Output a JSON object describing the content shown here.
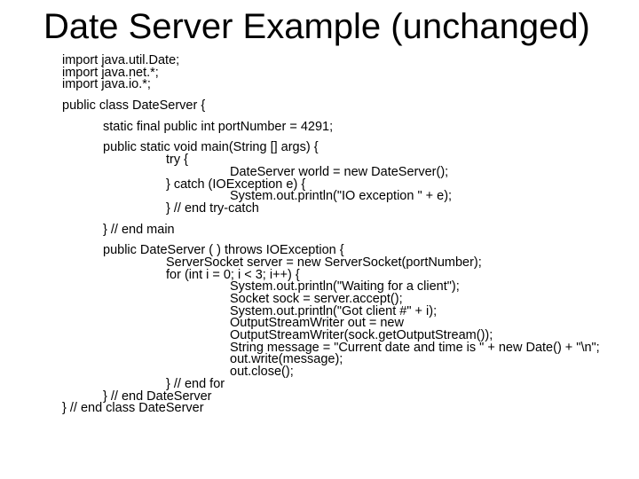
{
  "slide": {
    "title": "Date Server Example (unchanged)",
    "background_color": "#ffffff",
    "text_color": "#000000"
  },
  "code": {
    "language": "java",
    "lines": [
      {
        "text": "import java.util.Date;"
      },
      {
        "text": "import java.net.*;"
      },
      {
        "text": "import java.io.*;"
      },
      {
        "text": "public class DateServer {"
      },
      {
        "text": "static final public int portNumber = 4291;"
      },
      {
        "text": "public static void main(String [] args) {"
      },
      {
        "text": "try {"
      },
      {
        "text": "DateServer world = new DateServer();"
      },
      {
        "text": "} catch (IOException e) {"
      },
      {
        "text": "System.out.println(\"IO exception \" + e);"
      },
      {
        "text": "} // end try-catch"
      },
      {
        "text": "} // end main"
      },
      {
        "text": "public DateServer ( ) throws IOException {"
      },
      {
        "text": "ServerSocket server = new ServerSocket(portNumber);"
      },
      {
        "text": "for (int i = 0; i < 3; i++) {"
      },
      {
        "text": "System.out.println(\"Waiting for a client\");"
      },
      {
        "text": "Socket sock = server.accept();"
      },
      {
        "text": "System.out.println(\"Got client #\" + i);"
      },
      {
        "text": "OutputStreamWriter out = new"
      },
      {
        "text": "OutputStreamWriter(sock.getOutputStream());"
      },
      {
        "text": "String message = \"Current date and time is \" + new Date() + \"\\n\";"
      },
      {
        "text": "out.write(message);"
      },
      {
        "text": "out.close();"
      },
      {
        "text": "} // end for"
      },
      {
        "text": "} // end DateServer"
      },
      {
        "text": "} // end class DateServer"
      }
    ]
  }
}
